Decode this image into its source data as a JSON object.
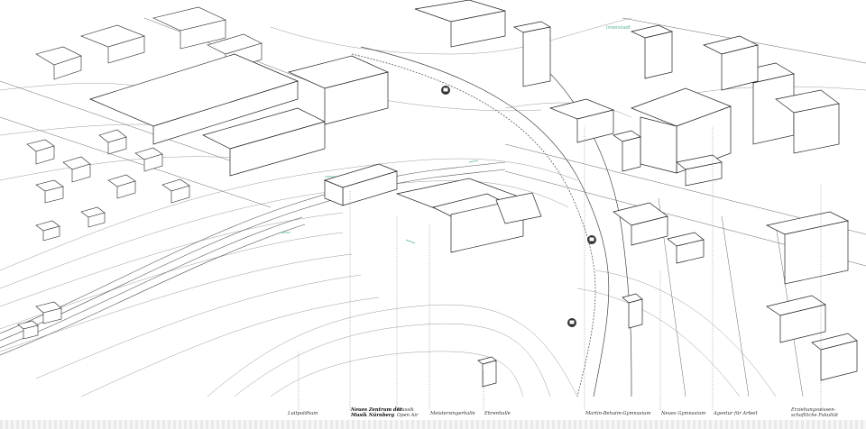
{
  "labels": [
    {
      "text": "Luitpoldhain"
    },
    {
      "text": "Neues Zentrum der\nMusik Nürnberg"
    },
    {
      "text": "Klassik\nOpen Air"
    },
    {
      "text": "Meistersingerhalle"
    },
    {
      "text": "Ehrenhalle"
    },
    {
      "text": "Martin-Behaim-Gymnasium"
    },
    {
      "text": "Neues Gymnasium"
    },
    {
      "text": "Agentur für Arbeit"
    },
    {
      "text": "Erziehungswissen-\nschaftliche Fakultät"
    }
  ],
  "top_tag": "Innenstadt",
  "colors": {
    "line": "#4a4a4a",
    "path": "#888888",
    "accent": "#5bb594",
    "pin": "#333333"
  },
  "icons": [
    "bus-stop-pin-icon",
    "tram-stop-pin-icon"
  ]
}
